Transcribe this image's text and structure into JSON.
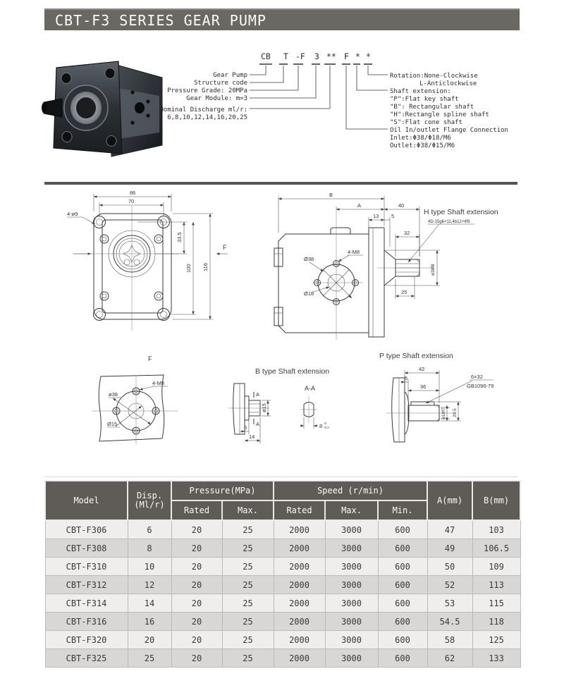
{
  "header": {
    "title": "CBT-F3 SERIES GEAR PUMP"
  },
  "model_code": {
    "code_parts": [
      "CB",
      "T",
      "-F",
      "3",
      "**",
      "F",
      "*",
      "*"
    ],
    "left_labels": [
      "Gear Pump",
      "Structure code",
      "Pressure Grade: 20MPa",
      "Gear Module: m=3",
      "Nominal Discharge ml/r:",
      "6,8,10,12,14,16,20,25"
    ],
    "right_labels": [
      "Rotation:None-Clockwise",
      "L-Anticlockwise",
      "Shaft extension:",
      "\"P\":Flat key shaft",
      "\"B\": Rectangular shaft",
      "\"H\":Rectangle spline shaft",
      "\"S\":Flat cone shaft",
      "Oil In/outlet Flange Connection",
      "Inlet:Φ38/Φ18/M6",
      "Outlet:Φ38/Φ15/M6"
    ]
  },
  "drawings": {
    "front_view": {
      "dim_outer_width": "86",
      "dim_bolt_width": "70",
      "dim_holes": "4-ø9",
      "dim_center_offset": "33.5",
      "dim_bolt_height": "100",
      "dim_outer_height": "116",
      "view_label": "F"
    },
    "side_view": {
      "dim_b": "B",
      "dim_a": "A",
      "dim_40": "40",
      "dim_13": "13",
      "dim_5": "5",
      "dim_32": "32",
      "dim_25": "25",
      "label_dia38": "Ø38",
      "label_holes": "4-M8",
      "label_dia18": "Ø18",
      "shaft_title": "H type Shaft extension",
      "spline_spec": "4D-15g6×11,4b12×4f9",
      "dim_shaft_dia": "ø38f8"
    },
    "f_view": {
      "view_label": "F",
      "label_holes": "4-M8",
      "label_dia38": "ø38",
      "label_dia15": "Ø15"
    },
    "b_type": {
      "title": "B type Shaft extension",
      "section_label": "A-A",
      "marker_a": "A",
      "dim_dia15": "ø15",
      "dim_5": "5",
      "dim_14": "14",
      "dim_key": "8",
      "tol_top": "-0",
      "tol_bottom": "-0.2"
    },
    "p_type": {
      "title": "P type Shaft extension",
      "dim_42": "42",
      "dim_5": "5",
      "dim_36": "36",
      "key_spec": "6×32",
      "key_std": "GB1096-79",
      "dim_dia": "ø18f7",
      "dim_height": "20.5"
    }
  },
  "table": {
    "col_model": "Model",
    "col_disp": [
      "Disp.",
      "(Ml/r)"
    ],
    "group_pressure": "Pressure(MPa)",
    "group_speed": "Speed  (r/min)",
    "sub_headers": [
      "Rated",
      "Max.",
      "Rated",
      "Max.",
      "Min."
    ],
    "col_a": "A(mm)",
    "col_b": "B(mm)",
    "rows": [
      [
        "CBT-F306",
        "6",
        "20",
        "25",
        "2000",
        "3000",
        "600",
        "47",
        "103"
      ],
      [
        "CBT-F308",
        "8",
        "20",
        "25",
        "2000",
        "3000",
        "600",
        "49",
        "106.5"
      ],
      [
        "CBT-F310",
        "10",
        "20",
        "25",
        "2000",
        "3000",
        "600",
        "50",
        "109"
      ],
      [
        "CBT-F312",
        "12",
        "20",
        "25",
        "2000",
        "3000",
        "600",
        "52",
        "113"
      ],
      [
        "CBT-F314",
        "14",
        "20",
        "25",
        "2000",
        "3000",
        "600",
        "53",
        "115"
      ],
      [
        "CBT-F316",
        "16",
        "20",
        "25",
        "2000",
        "3000",
        "600",
        "54.5",
        "118"
      ],
      [
        "CBT-F320",
        "20",
        "20",
        "25",
        "2000",
        "3000",
        "600",
        "58",
        "125"
      ],
      [
        "CBT-F325",
        "25",
        "20",
        "25",
        "2000",
        "3000",
        "600",
        "62",
        "133"
      ]
    ]
  }
}
